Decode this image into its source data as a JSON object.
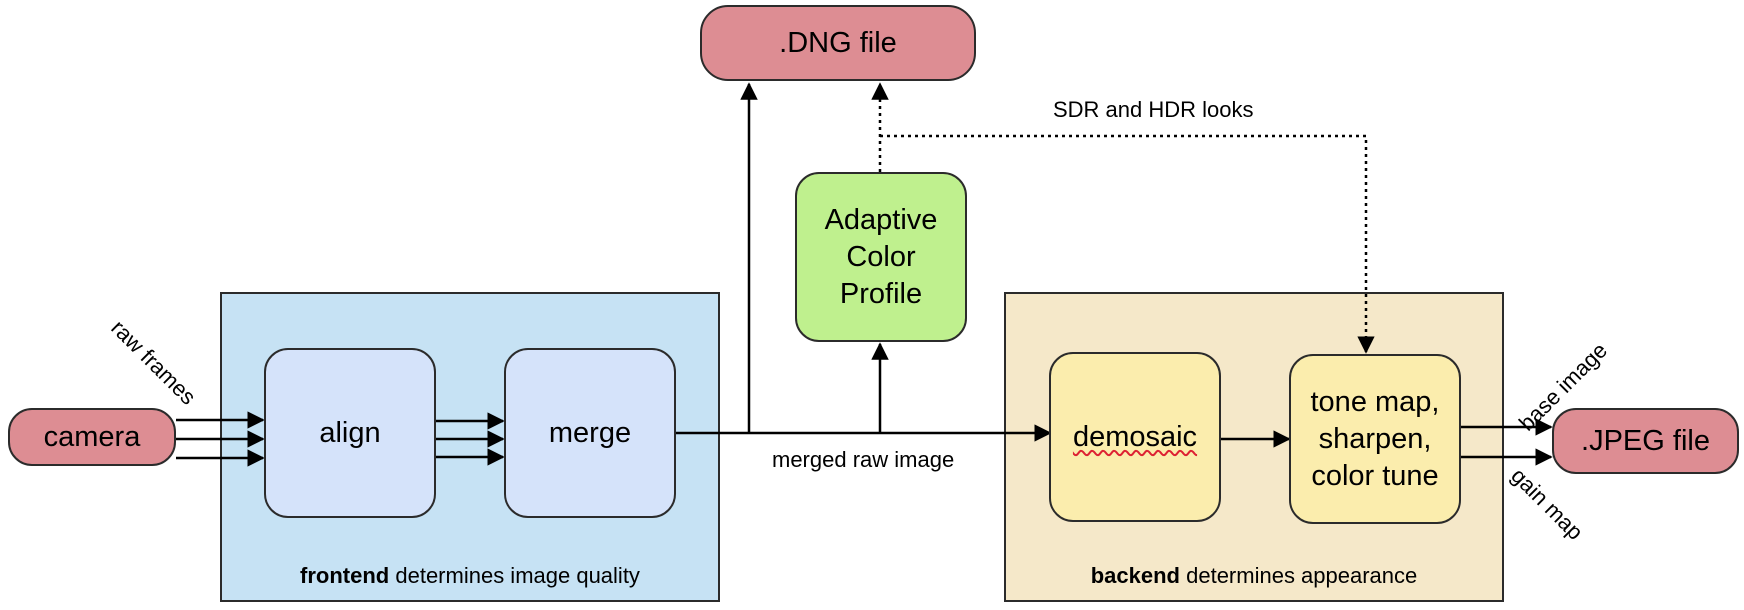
{
  "nodes": {
    "camera": "camera",
    "align": "align",
    "merge": "merge",
    "dng_file": ".DNG file",
    "adaptive_color_profile": "Adaptive Color Profile",
    "demosaic": "demosaic",
    "tone_map": "tone map, sharpen, color tune",
    "jpeg_file": ".JPEG file"
  },
  "edge_labels": {
    "raw_frames": "raw frames",
    "merged_raw_image": "merged raw image",
    "sdr_hdr_looks": "SDR and HDR looks",
    "base_image": "base image",
    "gain_map": "gain map"
  },
  "regions": {
    "frontend": {
      "bold": "frontend",
      "rest": " determines image quality"
    },
    "backend": {
      "bold": "backend",
      "rest": " determines appearance"
    }
  },
  "colors": {
    "file_node_fill": "#dd8d93",
    "frontend_region_fill": "#c6e2f4",
    "frontend_node_fill": "#d5e3fa",
    "adaptive_profile_fill": "#bff08e",
    "backend_region_fill": "#f5e8c9",
    "backend_node_fill": "#fbedad",
    "stroke": "#2b2b2b"
  }
}
